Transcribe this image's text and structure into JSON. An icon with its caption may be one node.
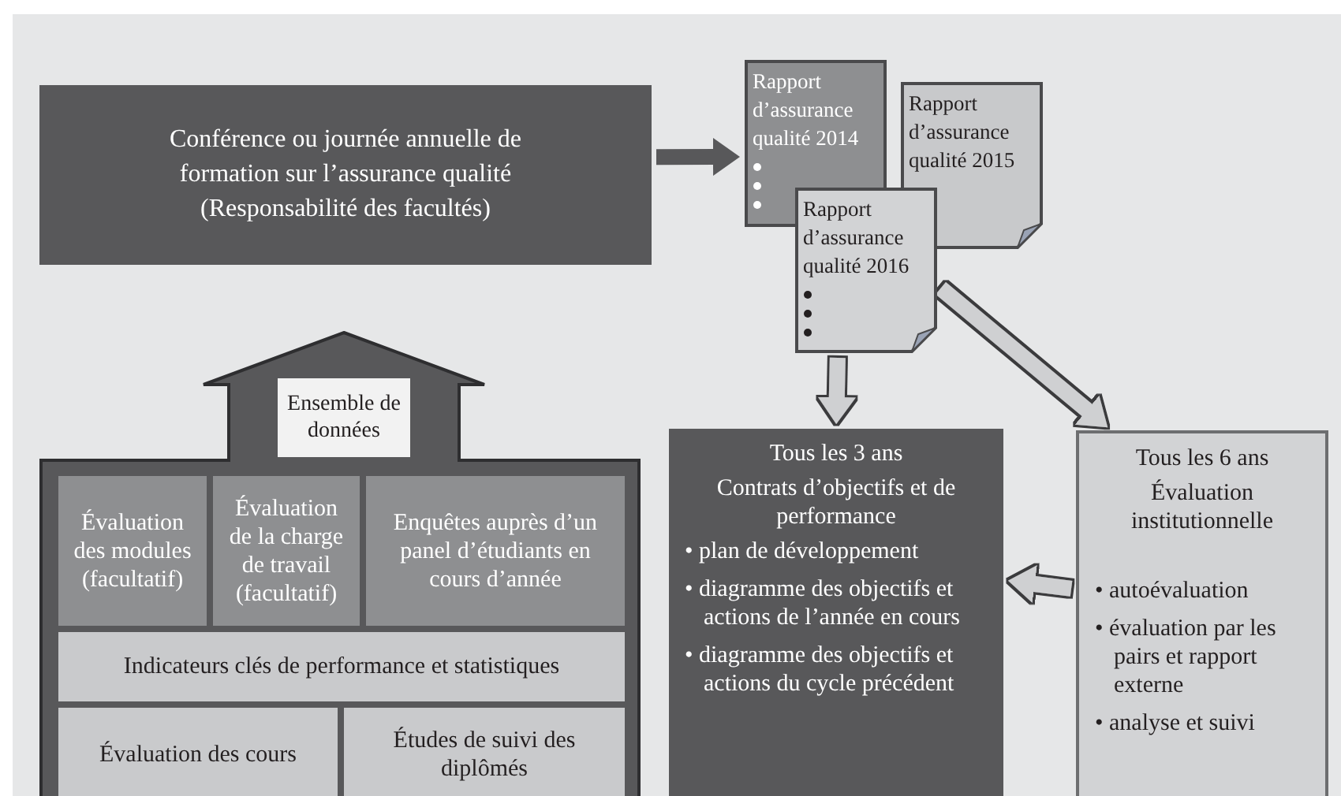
{
  "diagram": {
    "nodes": [
      {
        "text": [
          "Conférence ou journée annuelle de formation sur l’assurance qualité",
          "(Responsabilité des facultés)"
        ]
      },
      {
        "text": [
          "Rapport d’assurance qualité 2014"
        ]
      },
      {
        "text": [
          "Rapport d’assurance qualité 2015"
        ]
      },
      {
        "text": [
          "Rapport d’assurance qualité 2016"
        ]
      },
      {
        "text": [
          "Tous les 3 ans",
          "Contrats d’objectifs et de performance",
          "• plan de développement",
          "• diagramme des objectifs et actions de l’année en cours",
          "• diagramme des objectifs et actions du cycle précédent"
        ]
      },
      {
        "text": [
          "Tous les 6 ans",
          "Évaluation institutionnelle",
          "• autoévaluation",
          "• évaluation par les pairs et rapport externe",
          "• analyse et suivi"
        ]
      },
      {
        "text": [
          "Ensemble de données"
        ]
      },
      {
        "text": [
          "Évaluation des modules (facultatif)"
        ],
        "in": 6
      },
      {
        "text": [
          "Évaluation de la charge de travail (facultatif)"
        ],
        "in": 6
      },
      {
        "text": [
          "Enquêtes auprès d’un panel d’étudiants en cours d’année"
        ],
        "in": 6
      },
      {
        "text": [
          "Indicateurs clés de performance et statistiques"
        ],
        "in": 6
      },
      {
        "text": [
          "Évaluation des cours"
        ],
        "in": 6
      },
      {
        "text": [
          "Études de suivi des diplômés"
        ],
        "in": 6
      }
    ],
    "edges": [
      {
        "from": 0,
        "to": 1,
        "arrow": "to",
        "color": "#58585a"
      },
      {
        "from": 3,
        "to": 4,
        "arrow": "to"
      },
      {
        "from": 3,
        "to": 5,
        "arrow": "to"
      },
      {
        "from": 5,
        "to": 4,
        "arrow": "to"
      }
    ]
  }
}
